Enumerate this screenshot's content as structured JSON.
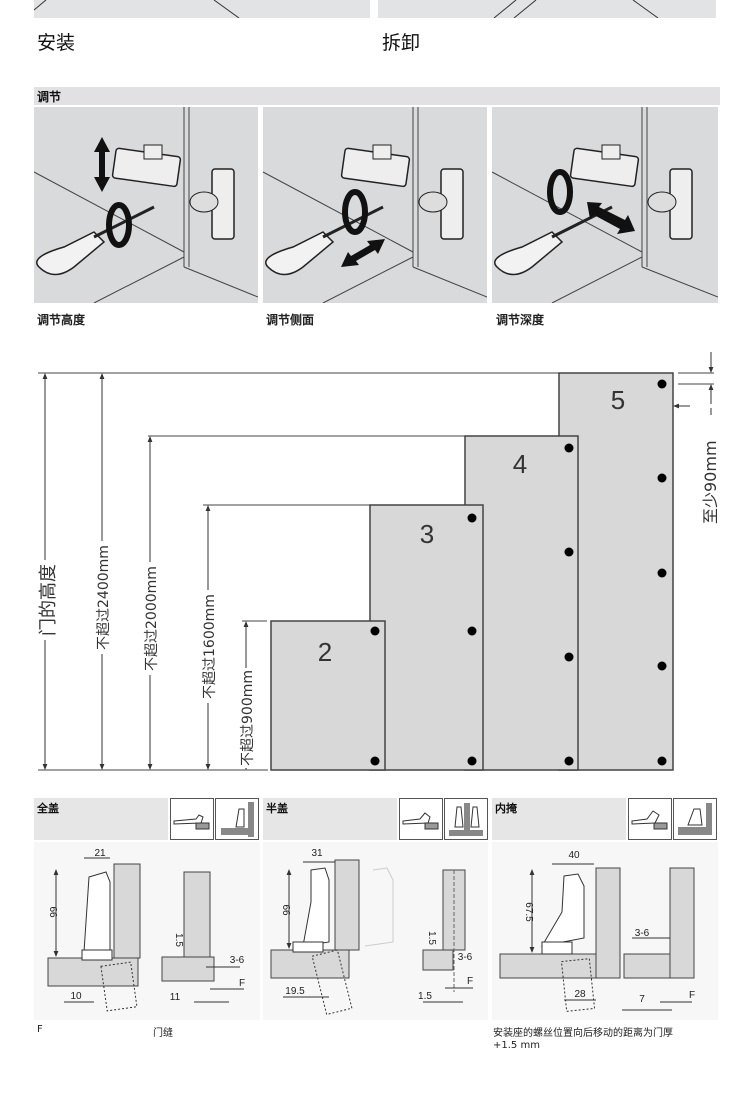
{
  "top": {
    "install_title": "安装",
    "remove_title": "拆卸"
  },
  "adjust": {
    "section_title": "调节",
    "panels": [
      {
        "caption": "调节高度",
        "arrow": "vertical-arrow"
      },
      {
        "caption": "调节侧面",
        "arrow": "diagonal-arrow"
      },
      {
        "caption": "调节深度",
        "arrow": "depth-arrow"
      }
    ]
  },
  "hinge_count": {
    "door_height_label": "门的高度",
    "ranges": [
      {
        "label": "不超过900mm",
        "hinges": "2"
      },
      {
        "label": "不超过1600mm",
        "hinges": "3"
      },
      {
        "label": "不超过2000mm",
        "hinges": "4"
      },
      {
        "label": "不超过2400mm",
        "hinges": "5"
      }
    ],
    "min_distance_label": "至少90mm"
  },
  "overlay_types": [
    {
      "title": "全盖",
      "dims": {
        "width": "21",
        "height": "66",
        "gap": "1.5",
        "range": "3-6",
        "offset_a": "10",
        "offset_b": "11",
        "f": "F"
      }
    },
    {
      "title": "半盖",
      "dims": {
        "width": "31",
        "height": "66",
        "gap": "1.5",
        "range": "3-6",
        "offset_a": "19.5",
        "offset_b": "1.5",
        "f": "F"
      }
    },
    {
      "title": "内掩",
      "dims": {
        "width": "40",
        "height": "67.5",
        "range": "3-6",
        "offset_a": "28",
        "offset_b": "7",
        "f": "F"
      }
    }
  ],
  "footnotes": {
    "f_label": "F",
    "gap_label": "门缝",
    "note_line1": "安装座的螺丝位置向后移动的距离为门厚",
    "note_line2": "+1.5 mm"
  },
  "colors": {
    "panel_gray": "#d9dadc",
    "door_gray": "#d8d8d8",
    "line": "#333333"
  }
}
